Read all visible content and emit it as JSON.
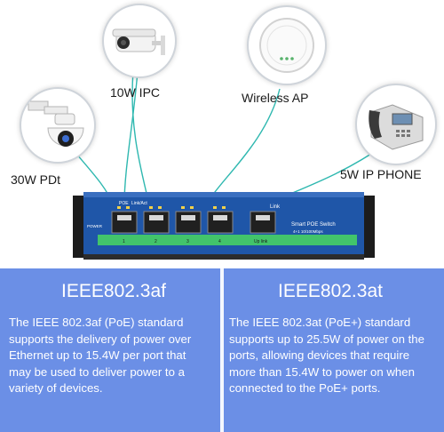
{
  "devices": {
    "ipc_label": "10W IPC",
    "ap_label": "Wireless AP",
    "pdt_label": "30W PDt",
    "phone_label": "5W IP PHONE"
  },
  "switch": {
    "poe_label": "POE",
    "linkact_label": "Link/Act",
    "link_label": "Link",
    "power_label": "POWER",
    "title": "Smart POE Switch",
    "subtitle": "4+1 10/100Mbps",
    "port_numbers": [
      "1",
      "2",
      "3",
      "4"
    ],
    "uplink_label": "Up link"
  },
  "af": {
    "title": "IEEE802.3af",
    "text": "The IEEE 802.3af (PoE) standard supports the delivery of power over Ethernet up to 15.4W per port that may be used to deliver power to a variety of devices."
  },
  "at": {
    "title": "IEEE802.3at",
    "text": "The IEEE 802.3at (PoE+) standard supports up to 25.5W of power on the ports, allowing devices that require more than 15.4W to power on when connected to the PoE+ ports."
  },
  "colors": {
    "bottom_bg": "#5b84e4",
    "switch_body": "#1f56a8",
    "switch_strip": "#42c46b",
    "link_line": "#2fb8b0"
  }
}
